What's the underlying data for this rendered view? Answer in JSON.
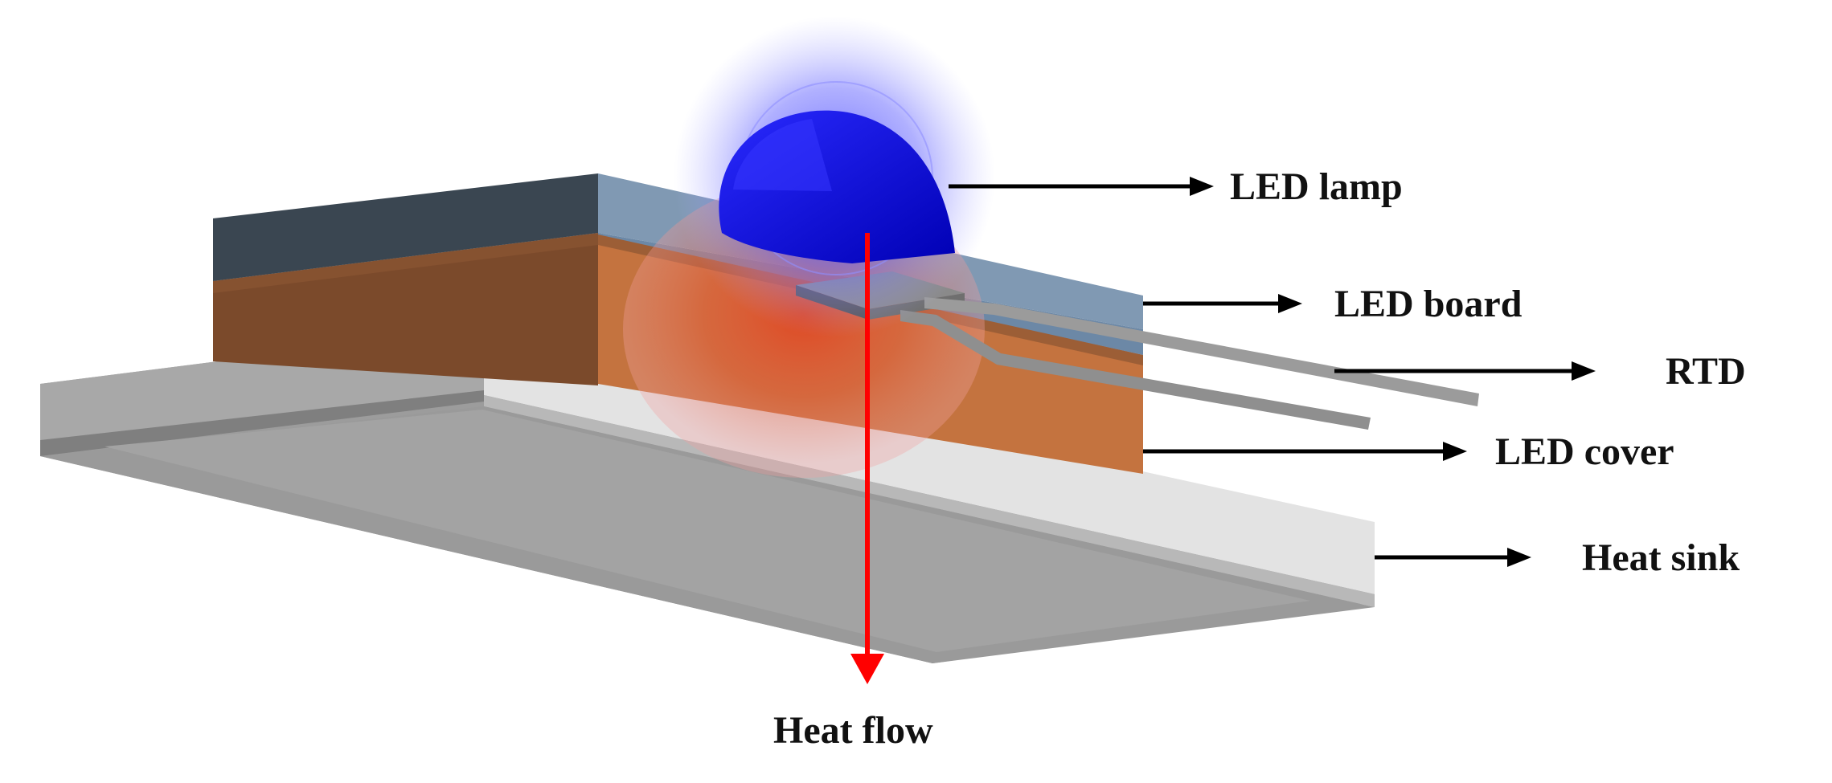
{
  "diagram": {
    "labels": {
      "led_lamp": "LED lamp",
      "led_board": "LED board",
      "rtd": "RTD",
      "led_cover": "LED cover",
      "heat_sink": "Heat sink",
      "heat_flow": "Heat flow"
    },
    "colors": {
      "lamp_blue": "#0a0ad2",
      "lamp_glow": "#6a6aff",
      "board_dark": "#3a4652",
      "board_top_light": "#7f98b2",
      "cover_brown": "#7a4a2c",
      "cover_orange": "#c8743e",
      "heat_sink_light": "#e4e4e4",
      "heat_sink_mid": "#a9a9a9",
      "heat_sink_dark": "#8a8a8a",
      "rtd_gray": "#9a9a9a",
      "heat_glow": "#e8341c",
      "heat_flow_arrow": "#ff0000",
      "label_arrow": "#000000"
    }
  }
}
